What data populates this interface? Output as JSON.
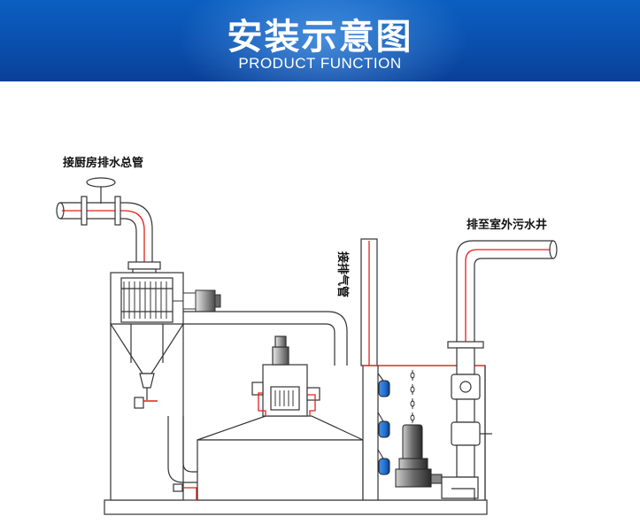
{
  "banner": {
    "title": "安装示意图",
    "subtitle": "PRODUCT FUNCTION"
  },
  "diagram": {
    "label_inlet": "接厨房排水总管",
    "label_outlet": "排至室外污水井",
    "label_vent": "接排气管"
  },
  "colors": {
    "banner_blue": "#0a4fae",
    "pipe_red": "#e0201b",
    "float_blue": "#1f6fd1",
    "outline": "#333333"
  }
}
